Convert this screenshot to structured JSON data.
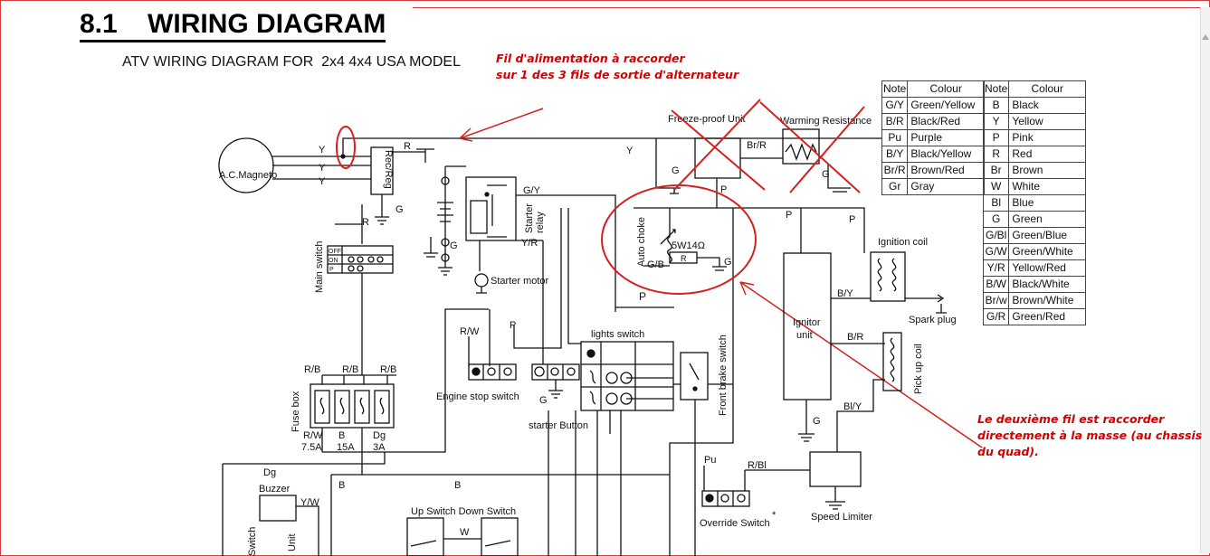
{
  "title": "8.1    WIRING DIAGRAM",
  "subtitle": "ATV WIRING DIAGRAM FOR  2x4 4x4 USA MODEL",
  "annotations": {
    "top_note_line1": "Fil d'alimentation à raccorder",
    "top_note_line2": "sur 1 des 3 fils de sortie d'alternateur",
    "right_note": "Le deuxième fil est raccorder directement à la masse (au chassis du quad)."
  },
  "components": {
    "magneto": "A.C.Magneto",
    "rec_reg": "Rec/Reg",
    "freeze_proof": "Freeze-proof Unit",
    "warming_resistance": "Warming Resistance",
    "starter_relay_line1": "Starter",
    "starter_relay_line2": "relay",
    "starter_motor": "Starter motor",
    "auto_choke": "Auto choke",
    "choke_rating": "5W14Ω",
    "ignition_coil": "Ignition coil",
    "spark_plug": "Spark plug",
    "ignitor_line1": "Ignitor",
    "ignitor_line2": "unit",
    "pickup_coil": "Pick up coil",
    "main_switch": "Main switch",
    "main_switch_off": "OFF",
    "main_switch_on": "ON",
    "main_switch_p": "P",
    "lights_switch": "lights switch",
    "front_brake_switch": "Front brake switch",
    "engine_stop_switch": "Engine stop switch",
    "starter_button": "starter Button",
    "fuse_box": "Fuse box",
    "fuse_ratings": [
      "7.5A",
      "15A",
      "3A"
    ],
    "buzzer": "Buzzer",
    "unit": "Unit",
    "switch": "Switch",
    "up_down_switch": "Up Switch Down Switch",
    "override_switch": "Override Switch",
    "speed_limiter": "Speed Limiter"
  },
  "wire_labels": {
    "y": "Y",
    "r": "R",
    "g": "G",
    "gy": "G/Y",
    "yr": "Y/R",
    "brr": "Br/R",
    "p": "P",
    "gb": "G/B",
    "by": "B/Y",
    "br": "B/R",
    "bly": "Bl/Y",
    "rw": "R/W",
    "rb": "R/B",
    "b": "B",
    "dg": "Dg",
    "yw": "Y/W",
    "w": "W",
    "pu": "Pu",
    "rbl": "R/Bl",
    "star": "*"
  },
  "color_table": {
    "header": {
      "note": "Note",
      "colour": "Colour"
    },
    "left": [
      {
        "code": "G/Y",
        "name": "Green/Yellow"
      },
      {
        "code": "B/R",
        "name": "Black/Red"
      },
      {
        "code": "Pu",
        "name": "Purple"
      },
      {
        "code": "B/Y",
        "name": "Black/Yellow"
      },
      {
        "code": "Br/R",
        "name": "Brown/Red"
      },
      {
        "code": "Gr",
        "name": "Gray"
      }
    ],
    "right": [
      {
        "code": "B",
        "name": "Black"
      },
      {
        "code": "Y",
        "name": "Yellow"
      },
      {
        "code": "P",
        "name": "Pink"
      },
      {
        "code": "R",
        "name": "Red"
      },
      {
        "code": "Br",
        "name": "Brown"
      },
      {
        "code": "W",
        "name": "White"
      },
      {
        "code": "Bl",
        "name": "Blue"
      },
      {
        "code": "G",
        "name": "Green"
      },
      {
        "code": "G/Bl",
        "name": "Green/Blue"
      },
      {
        "code": "G/W",
        "name": "Green/White"
      },
      {
        "code": "Y/R",
        "name": "Yellow/Red"
      },
      {
        "code": "B/W",
        "name": "Black/White"
      },
      {
        "code": "Br/w",
        "name": "Brown/White"
      },
      {
        "code": "G/R",
        "name": "Green/Red"
      }
    ]
  }
}
